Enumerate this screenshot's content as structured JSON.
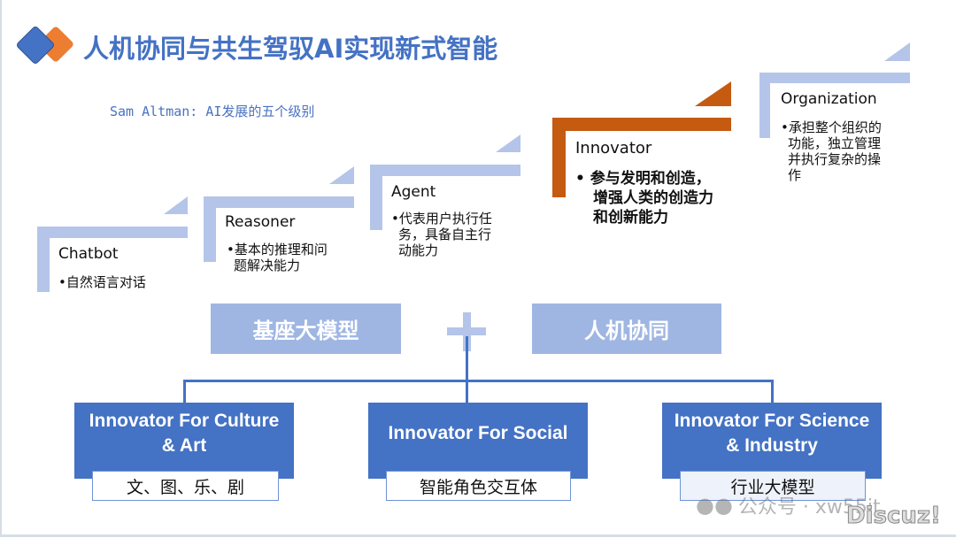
{
  "title": "人机协同与共生驾驭AI实现新式智能",
  "subtitle": "Sam Altman: AI发展的五个级别",
  "levels": [
    {
      "name": "Chatbot",
      "desc": "•自然语言对话"
    },
    {
      "name": "Reasoner",
      "desc": [
        "•基本的推理和问",
        "题解决能力"
      ]
    },
    {
      "name": "Agent",
      "desc": [
        "•代表用户执行任",
        "务，具备自主行",
        "动能力"
      ]
    },
    {
      "name": "Innovator",
      "desc": [
        "•  参与发明和创造，",
        "增强人类的创造力",
        "和创新能力"
      ]
    },
    {
      "name": "Organization",
      "desc": [
        "•承担整个组织的",
        "功能，独立管理",
        "并执行复杂的操",
        "作"
      ]
    }
  ],
  "foundation": {
    "left": "基座大模型",
    "plus": "+",
    "right": "人机协同"
  },
  "branches": [
    {
      "title": [
        "Innovator For Culture",
        "& Art"
      ],
      "tag": "文、图、乐、剧"
    },
    {
      "title": [
        "Innovator For Social"
      ],
      "tag": "智能角色交互体"
    },
    {
      "title": [
        "Innovator For Science",
        "& Industry"
      ],
      "tag": "行业大模型"
    }
  ],
  "watermark": {
    "wechat": "公众号 · xw55it",
    "site": "Discuz!"
  },
  "colors": {
    "blue": "#4472c4",
    "light": "#b4c5e9",
    "orange": "#c55a11"
  }
}
